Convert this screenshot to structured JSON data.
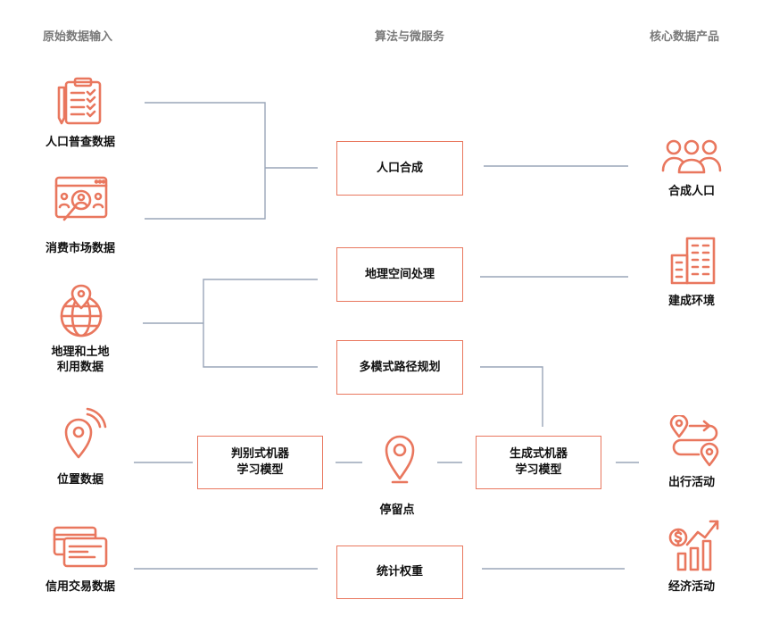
{
  "headers": {
    "input": "原始数据输入",
    "middle": "算法与微服务",
    "output": "核心数据产品"
  },
  "inputs": {
    "census": "人口普查数据",
    "consumer": "消费市场数据",
    "geo_line1": "地理和土地",
    "geo_line2": "利用数据",
    "location": "位置数据",
    "credit": "信用交易数据"
  },
  "algorithms": {
    "population_synthesis": "人口合成",
    "geospatial": "地理空间处理",
    "multimodal_routing": "多模式路径规划",
    "discriminative_line1": "判别式机器",
    "discriminative_line2": "学习模型",
    "stay_point": "停留点",
    "generative_line1": "生成式机器",
    "generative_line2": "学习模型",
    "statistical_weighting": "统计权重"
  },
  "outputs": {
    "synthetic_population": "合成人口",
    "built_environment": "建成环境",
    "travel_activity": "出行活动",
    "economic_activity": "经济活动"
  },
  "colors": {
    "accent": "#e9775e",
    "line": "#9aa6b8",
    "header": "#7a7a7a"
  },
  "icons": {
    "census": "clipboard-checklist-icon",
    "consumer": "browser-magnifier-user-icon",
    "geo": "globe-pin-icon",
    "location": "location-signal-icon",
    "credit": "credit-cards-icon",
    "stay_point": "map-pin-icon",
    "synthetic_population": "group-people-icon",
    "built_environment": "buildings-icon",
    "travel_activity": "route-pins-icon",
    "economic_activity": "growth-chart-dollar-icon"
  }
}
